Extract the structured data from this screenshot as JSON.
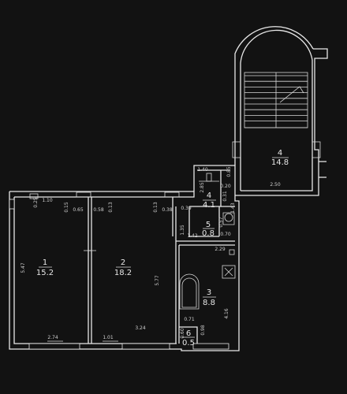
{
  "rooms": [
    {
      "number": "1",
      "area": "15.2"
    },
    {
      "number": "2",
      "area": "18.2"
    },
    {
      "number": "3",
      "area": "8.8"
    },
    {
      "number": "4",
      "area": "4.1"
    },
    {
      "number": "4",
      "area": "14.8"
    },
    {
      "number": "5",
      "area": "0.8"
    },
    {
      "number": "6",
      "area": "0.5"
    }
  ],
  "dimensions": {
    "d_5_47": "5.47",
    "d_1_10": "1.10",
    "d_0_25": "0.25",
    "d_0_15": "0.15",
    "d_0_65": "0.65",
    "d_0_58": "0.58",
    "d_0_13": "0.13",
    "d_0_13b": "0.13",
    "d_0_38": "0.38",
    "d_0_39": "0.39",
    "d_5_77": "5.77",
    "d_2_74": "2.74",
    "d_1_01": "1.01",
    "d_3_24": "3.24",
    "d_1_40": "1.40",
    "d_0_85": "0.85",
    "d_2_85": "2.85",
    "d_0_20": "0.20",
    "d_0_31": "0.31",
    "d_2_50": "2.50",
    "d_1_35": "1.35",
    "d_1_42": "1.42",
    "d_0_70": "0.70",
    "d_0_57": "0.57",
    "d_1_43": "1.43",
    "d_2_29": "2.29",
    "d_4_16": "4.16",
    "d_0_71": "0.71",
    "d_0_60": "0.60",
    "d_0_98": "0.98"
  }
}
